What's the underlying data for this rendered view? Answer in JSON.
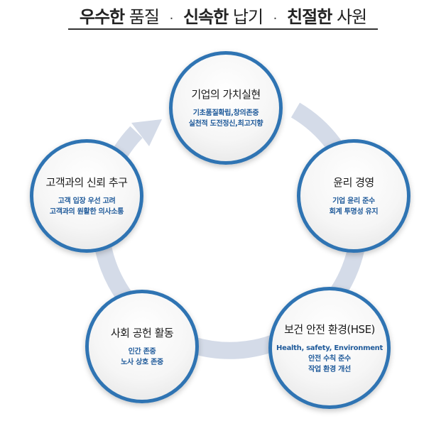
{
  "title": {
    "part1_bold": "우수한",
    "part1_rest": "품질",
    "part2_bold": "신속한",
    "part2_rest": "납기",
    "part3_bold": "친절한",
    "part3_rest": "사원",
    "separator": "·"
  },
  "nodes": [
    {
      "title": "기업의 가치실현",
      "lines": [
        "기초품질확립,창의존중",
        "실천적 도전정신,최고지향"
      ]
    },
    {
      "title": "윤리 경영",
      "lines": [
        "기업 윤리 준수",
        "회계 투명성 유지"
      ]
    },
    {
      "title": "보건 안전 환경(HSE)",
      "lines": [
        "Health, safety, Environment",
        "안전 수칙 준수",
        "작업 환경 개선"
      ]
    },
    {
      "title": "사회 공헌 활동",
      "lines": [
        "인간 존중",
        "노사 상호 존중"
      ]
    },
    {
      "title": "고객과의 신뢰 추구",
      "lines": [
        "고객 입장 우선 고려",
        "고객과의 원활한 의사소통"
      ]
    }
  ],
  "colors": {
    "circle_border": "#2f74b3",
    "ring": "#d4dbe8",
    "subtext": "#1f5a9a"
  }
}
